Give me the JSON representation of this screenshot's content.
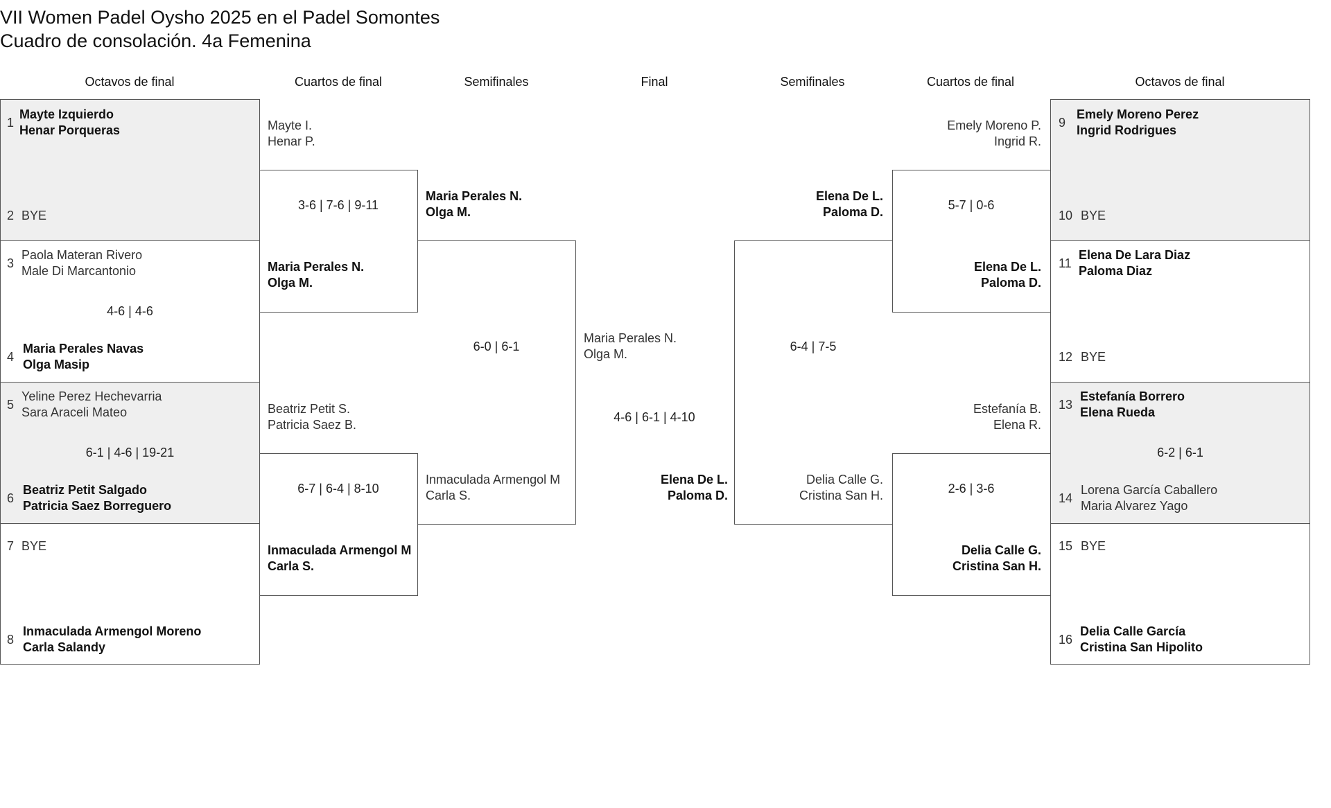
{
  "title": {
    "line1": "VII Women Padel Oysho 2025 en el Padel Somontes",
    "line2": "Cuadro de consolación. 4a Femenina"
  },
  "headers": {
    "left_r16": "Octavos de final",
    "left_qf": "Cuartos de final",
    "left_sf": "Semifinales",
    "final": "Final",
    "right_sf": "Semifinales",
    "right_qf": "Cuartos de final",
    "right_r16": "Octavos de final"
  },
  "seeds": [
    "1",
    "2",
    "3",
    "4",
    "5",
    "6",
    "7",
    "8",
    "9",
    "10",
    "11",
    "12",
    "13",
    "14",
    "15",
    "16"
  ],
  "r16": {
    "s1": {
      "a": "Mayte Izquierdo",
      "b": "Henar Porqueras"
    },
    "s2": {
      "a": "BYE"
    },
    "s3": {
      "a": "Paola Materan Rivero",
      "b": "Male Di Marcantonio"
    },
    "s4": {
      "a": "Maria Perales Navas",
      "b": "Olga Masip"
    },
    "s5": {
      "a": "Yeline Perez Hechevarria",
      "b": "Sara Araceli Mateo"
    },
    "s6": {
      "a": "Beatriz Petit Salgado",
      "b": "Patricia Saez Borreguero"
    },
    "s7": {
      "a": "BYE"
    },
    "s8": {
      "a": "Inmaculada Armengol Moreno",
      "b": "Carla Salandy"
    },
    "s9": {
      "a": "Emely Moreno Perez",
      "b": "Ingrid Rodrigues"
    },
    "s10": {
      "a": "BYE"
    },
    "s11": {
      "a": "Elena De Lara Diaz",
      "b": "Paloma Diaz"
    },
    "s12": {
      "a": "BYE"
    },
    "s13": {
      "a": "Estefanía Borrero",
      "b": "Elena Rueda"
    },
    "s14": {
      "a": "Lorena García Caballero",
      "b": "Maria Alvarez Yago"
    },
    "s15": {
      "a": "BYE"
    },
    "s16": {
      "a": "Delia Calle García",
      "b": "Cristina San Hipolito"
    }
  },
  "r16_scores": {
    "m2": "4-6 | 4-6",
    "m3": "6-1 | 4-6 | 19-21",
    "m7": "6-2 | 6-1"
  },
  "qf": {
    "l1": {
      "a": "Mayte I.",
      "b": "Henar P."
    },
    "l2": {
      "a": "Maria Perales N.",
      "b": "Olga M."
    },
    "l3": {
      "a": "Beatriz Petit S.",
      "b": "Patricia Saez B."
    },
    "l4": {
      "a": "Inmaculada Armengol M",
      "b": "Carla S."
    },
    "r1": {
      "a": "Emely Moreno P.",
      "b": "Ingrid R."
    },
    "r2": {
      "a": "Elena De L.",
      "b": "Paloma D."
    },
    "r3": {
      "a": "Estefanía B.",
      "b": "Elena R."
    },
    "r4": {
      "a": "Delia Calle G.",
      "b": "Cristina San H."
    }
  },
  "qf_scores": {
    "l_top": "3-6 | 7-6 | 9-11",
    "l_bot": "6-7 | 6-4 | 8-10",
    "r_top": "5-7 | 0-6",
    "r_bot": "2-6 | 3-6"
  },
  "sf": {
    "l1": {
      "a": "Maria Perales N.",
      "b": "Olga M."
    },
    "l2": {
      "a": "Inmaculada Armengol M",
      "b": "Carla S."
    },
    "r1": {
      "a": "Elena De L.",
      "b": "Paloma D."
    },
    "r2": {
      "a": "Delia Calle G.",
      "b": "Cristina San H."
    }
  },
  "sf_scores": {
    "left": "6-0 | 6-1",
    "right": "6-4 | 7-5"
  },
  "final": {
    "a": {
      "a": "Maria Perales N.",
      "b": "Olga M."
    },
    "b": {
      "a": "Elena De L.",
      "b": "Paloma D."
    },
    "score": "4-6 | 6-1 | 4-10"
  }
}
